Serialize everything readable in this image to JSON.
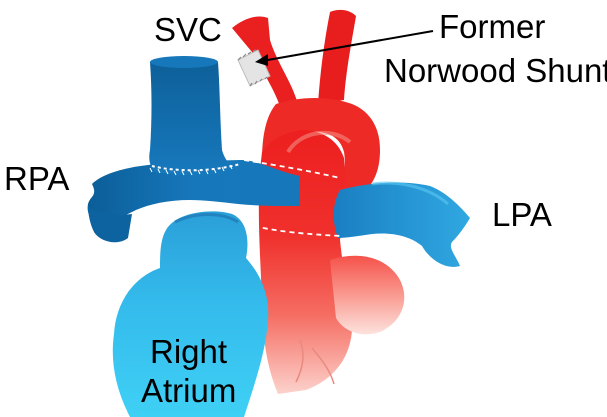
{
  "labels": {
    "svc": "SVC",
    "former": "Former",
    "norwood_shunt": "Norwood Shunt",
    "rpa": "RPA",
    "lpa": "LPA",
    "right": "Right",
    "atrium": "Atrium"
  },
  "colors": {
    "venous_dark": "#0b5f9a",
    "venous_mid": "#1a86c6",
    "venous_light": "#36c0ef",
    "arterial": "#ee2323",
    "arterial_mid": "#f4564f",
    "arterial_light": "#fbc0bb",
    "suture": "#ffffff",
    "shunt_graft": "#dcdcdc",
    "text": "#000000"
  }
}
